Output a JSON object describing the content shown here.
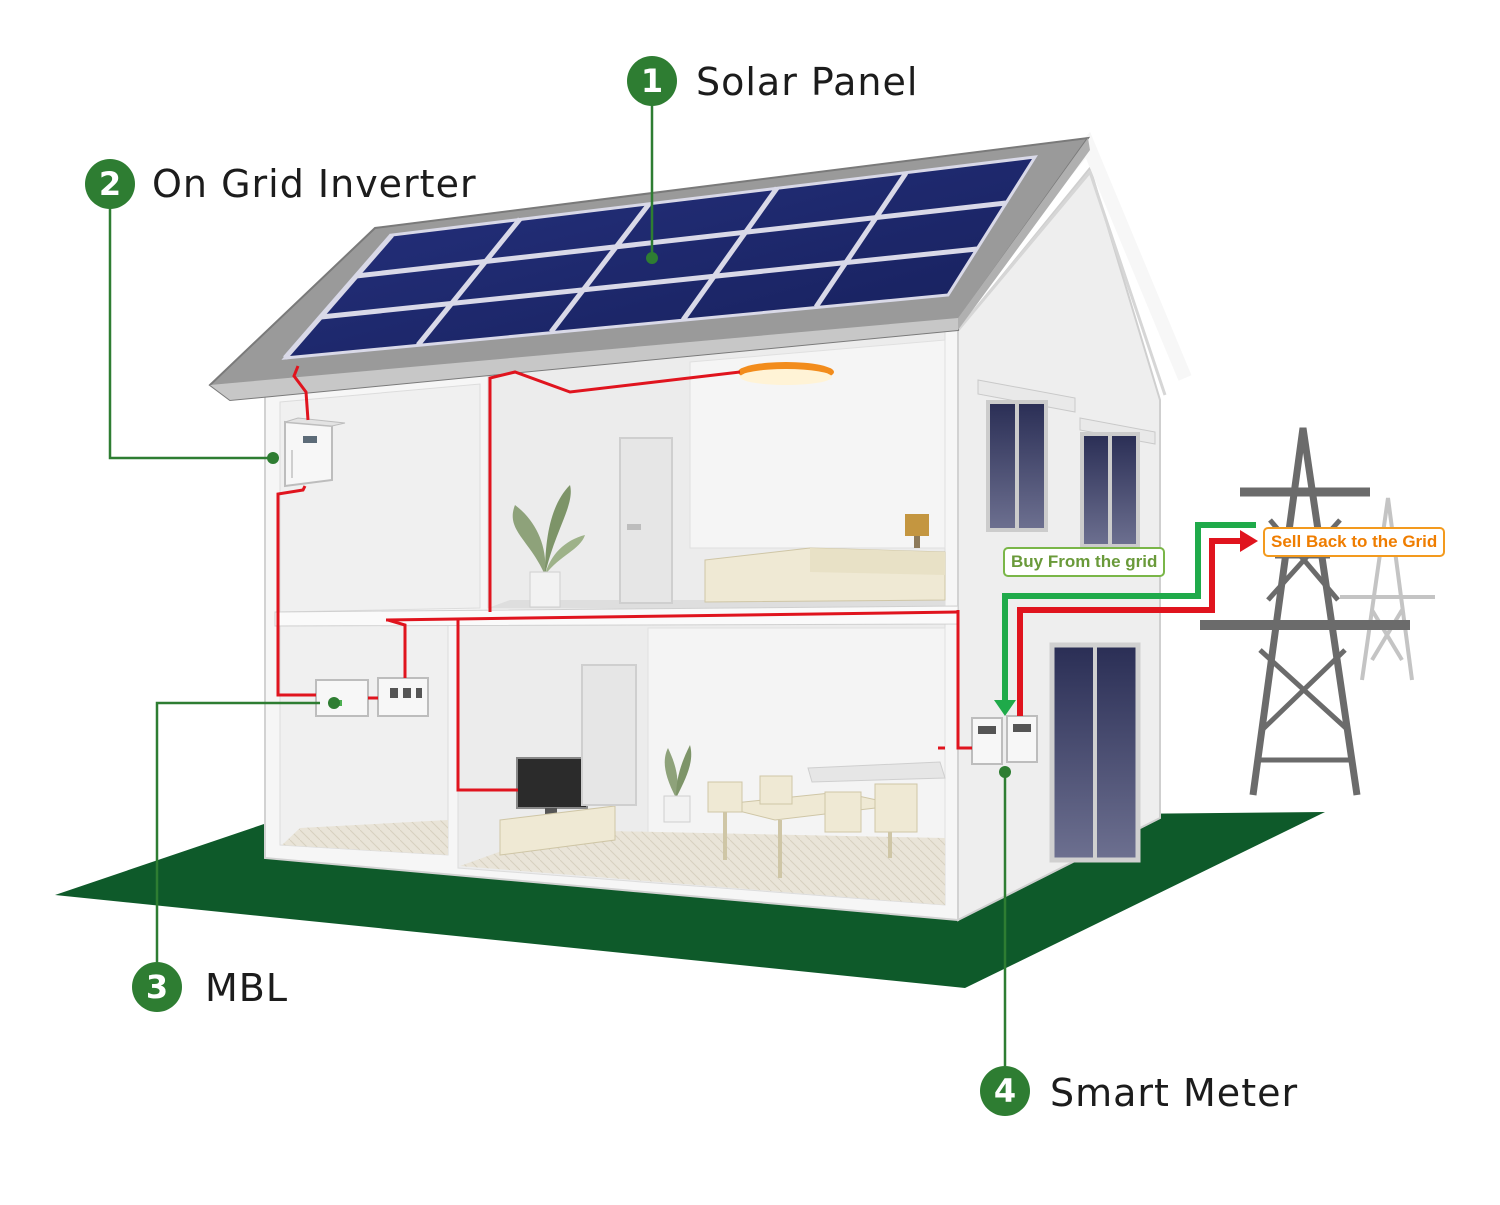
{
  "callouts": [
    {
      "number": "1",
      "label": "Solar Panel"
    },
    {
      "number": "2",
      "label": "On Grid Inverter"
    },
    {
      "number": "3",
      "label": "MBL"
    },
    {
      "number": "4",
      "label": "Smart Meter"
    }
  ],
  "flow_tags": {
    "buy": "Buy From the grid",
    "sell": "Sell Back to the Grid"
  },
  "colors": {
    "badge_green": "#2e7d32",
    "lawn_green": "#0e5a2a",
    "wire_red": "#e0141e",
    "buy_arrow_green": "#1faa4a",
    "sell_tag_orange": "#f39a1e",
    "panel_blue": "#1f2a6b",
    "roof_gray": "#8a8a8a",
    "wall_white": "#f4f4f4",
    "pylon_gray": "#6b6b6b"
  },
  "icons": [
    "solar-panel-icon",
    "inverter-icon",
    "mbl-box-icon",
    "smart-meter-icon",
    "power-pylon-icon",
    "ceiling-lamp-icon",
    "tv-icon",
    "plant-icon"
  ]
}
